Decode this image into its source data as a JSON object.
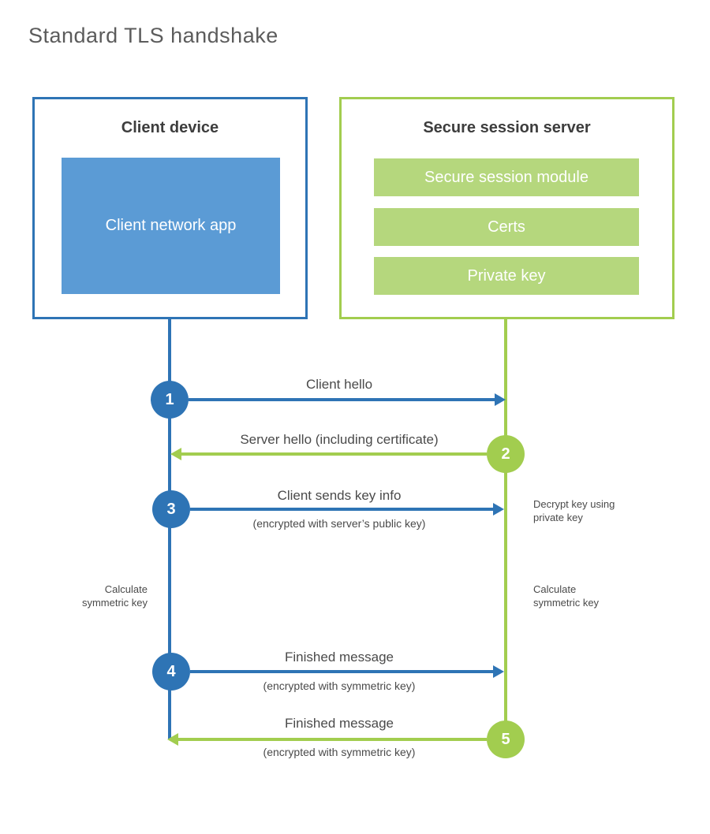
{
  "page_title": "Standard TLS handshake",
  "colors": {
    "blue_accent": "#2e74b5",
    "blue_fill": "#5b9bd5",
    "green_accent": "#a2cd4f",
    "green_fill": "#b5d77d",
    "title_gray": "#5c5c5c",
    "heading_dark": "#3d3d3d",
    "label_gray": "#4a4a4a",
    "background": "#ffffff"
  },
  "client_box": {
    "title": "Client device",
    "app": "Client network app"
  },
  "server_box": {
    "title": "Secure session server",
    "modules": [
      "Secure session module",
      "Certs",
      "Private key"
    ]
  },
  "steps": [
    {
      "num": "1",
      "actor": "client",
      "direction": "right",
      "label": "Client hello",
      "sublabel": ""
    },
    {
      "num": "2",
      "actor": "server",
      "direction": "left",
      "label": "Server hello (including certificate)",
      "sublabel": ""
    },
    {
      "num": "3",
      "actor": "client",
      "direction": "right",
      "label": "Client sends key info",
      "sublabel": "(encrypted with server’s public key)"
    },
    {
      "num": "4",
      "actor": "client",
      "direction": "right",
      "label": "Finished message",
      "sublabel": "(encrypted with symmetric key)"
    },
    {
      "num": "5",
      "actor": "server",
      "direction": "left",
      "label": "Finished message",
      "sublabel": "(encrypted with symmetric key)"
    }
  ],
  "annotations": {
    "decrypt_key": "Decrypt key using\nprivate key",
    "calculate_left": "Calculate\nsymmetric key",
    "calculate_right": "Calculate\nsymmetric key"
  }
}
